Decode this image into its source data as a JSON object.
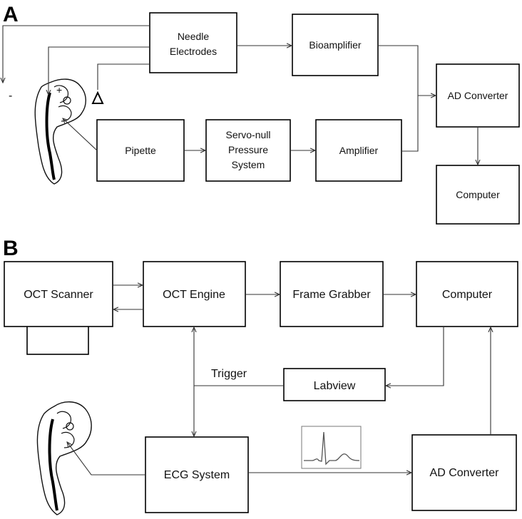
{
  "panel_a": {
    "label": "A",
    "needle_electrodes": [
      "Needle",
      "Electrodes"
    ],
    "bioamplifier": "Bioamplifier",
    "ad_converter": "AD Converter",
    "computer": "Computer",
    "pipette": "Pipette",
    "servo_null": [
      "Servo-null",
      "Pressure",
      "System"
    ],
    "amplifier": "Amplifier",
    "minus_sign": "-",
    "plus_sign": "+"
  },
  "panel_b": {
    "label": "B",
    "oct_scanner": "OCT Scanner",
    "oct_engine": "OCT Engine",
    "frame_grabber": "Frame Grabber",
    "computer": "Computer",
    "labview": "Labview",
    "trigger": "Trigger",
    "ecg_system": "ECG System",
    "ad_converter": "AD Converter"
  }
}
